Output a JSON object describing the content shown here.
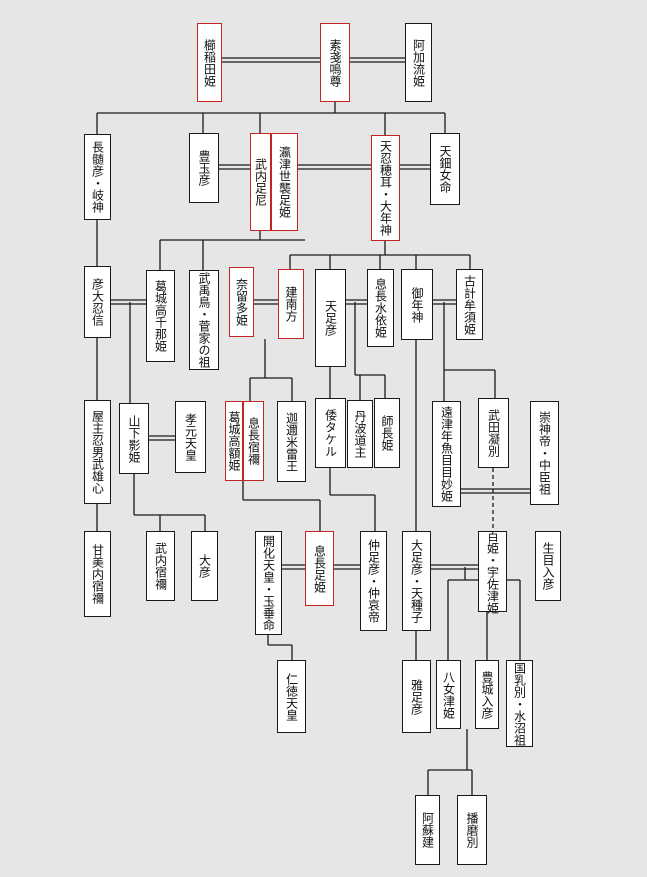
{
  "colors": {
    "background": "#e6e6e6",
    "box_border": "#1a1a1a",
    "highlight_border": "#c42424",
    "line": "#1a1a1a"
  },
  "nodes": {
    "kushinada": "櫛稲田姫",
    "susanoo": "素戔嗚尊",
    "akaru": "阿加流姫",
    "nagasune": "長髄彦・岐神",
    "toyotama": "豊玉彦",
    "takeuchi": "武内足尼",
    "setsuhime": "瀛津世襲足姫",
    "amenooshiho": "天忍穂耳・大年神",
    "amenomakama": "天鈿女命",
    "hikoo": "彦大忍信",
    "katsuragi_tachina": "葛城高千那姫",
    "takehasa": "武禹鳥・菅家の祖",
    "narumata": "奈留多姫",
    "takeminakata": "建南方",
    "amatarashi": "天足彦",
    "okinaga_mizuyori": "息長水依姫",
    "mitoshi": "御年神",
    "kohana": "古計牟須姫",
    "yanushi": "屋主忍男武雄心",
    "yamashita_kage": "山下影姫",
    "kogen": "孝元天皇",
    "okinaga_katsuragi": "葛城高額姫",
    "okinaga_sukune": "息長宿禰",
    "kanoraimo": "迦邇米雷王",
    "yamato_takeru": "倭タケル",
    "tanba": "丹波道主",
    "morooshi": "師長姫",
    "tootsu": "遠津年魚目目妙姫",
    "takeda": "武田凝別",
    "sujin": "崇神帝・中臣祖",
    "umashi": "甘美内宿禰",
    "takeuchi_sukune": "武内宿禰",
    "ohiko": "大彦",
    "kaika": "開化天皇・玉垂命",
    "okinaga_tarashi": "息長足姫",
    "chuai": "仲足彦・仲哀帝",
    "otarashi": "大足彦・天種子",
    "momohime": "百姫・宇佐津姫",
    "ikume": "生目入彦",
    "nintoku": "仁徳天皇",
    "masaru": "雅足彦",
    "yamezu": "八女津姫",
    "toyoki": "豊城入彦",
    "kunichiwake": "国乳別・水沼祖",
    "aso": "阿蘇建",
    "harima": "播磨別"
  }
}
